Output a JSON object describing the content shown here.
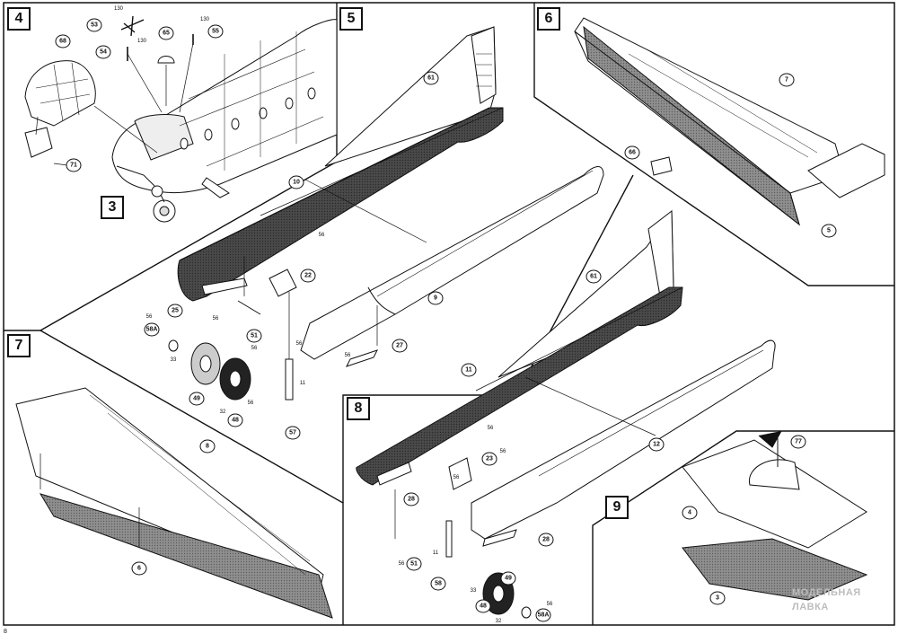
{
  "steps": {
    "s3": "3",
    "s4": "4",
    "s5": "5",
    "s6": "6",
    "s7": "7",
    "s8": "8",
    "s9": "9"
  },
  "callouts": {
    "c53": "53",
    "c55": "55",
    "c54": "54",
    "c65": "65",
    "c68": "68",
    "c71": "71",
    "c61a": "61",
    "c10": "10",
    "c22": "22",
    "c25": "25",
    "c51a": "51",
    "c58Aa": "58A",
    "c49a": "49",
    "c48a": "48",
    "c57": "57",
    "c27": "27",
    "c9": "9",
    "c7": "7",
    "c66": "66",
    "c5": "5",
    "c8": "8",
    "c6": "6",
    "c61b": "61",
    "c11": "11",
    "c12": "12",
    "c23": "23",
    "c28a": "28",
    "c28b": "28",
    "c51b": "51",
    "c58": "58",
    "c49b": "49",
    "c48b": "48",
    "c58Ab": "58A",
    "c77": "77",
    "c4": "4",
    "c3": "3"
  },
  "tiny": {
    "t130a": "130",
    "t130b": "130",
    "t130c": "130",
    "t56a": "56",
    "t56b": "56",
    "t56c": "56",
    "t56d": "56",
    "t56e": "56",
    "t56f": "56",
    "t56g": "56",
    "t33a": "33",
    "t32a": "32",
    "t11a": "11",
    "t33b": "33",
    "t32b": "32",
    "t56h": "56",
    "t56i": "56",
    "t56j": "56",
    "t11b": "11",
    "t56k": "56",
    "t56l": "56"
  },
  "watermark": {
    "line1": "МОДЕЛЬНАЯ",
    "line2": "ЛАВКА"
  },
  "page_number": "8"
}
